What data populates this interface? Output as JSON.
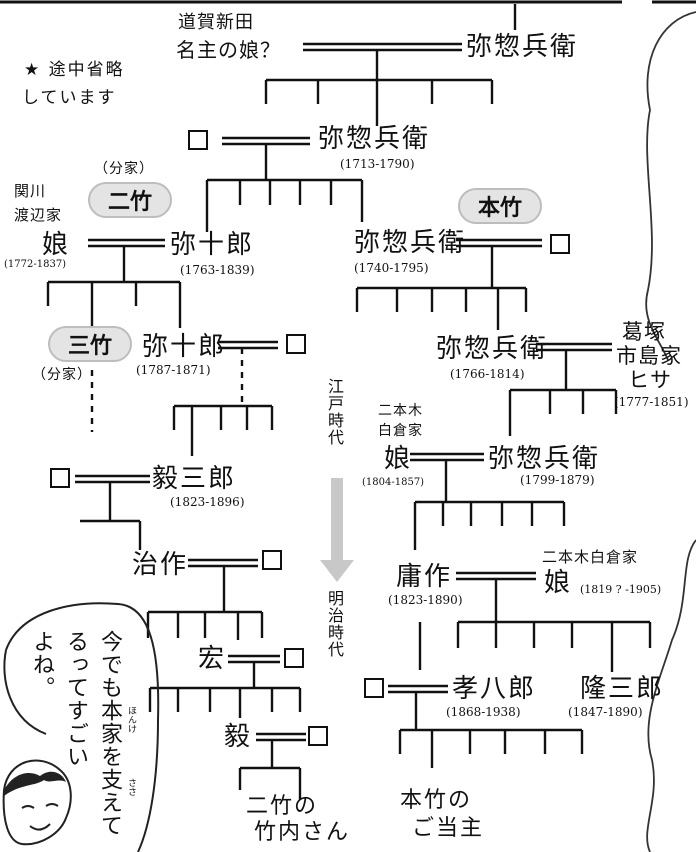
{
  "note": {
    "star": "★",
    "line1": "途中省略",
    "line2": "しています"
  },
  "people": {
    "dohga_label": "道賀新田",
    "dohga_daughter": "名主の娘？",
    "yasobee_top": "弥惣兵衛",
    "yasobee1": {
      "name": "弥惣兵衛",
      "years": "(1713-1790)"
    },
    "bunke1": "（分家）",
    "nichiku": "二竹",
    "honchiku": "本竹",
    "sekikawa": "関川",
    "watanabe": "渡辺家",
    "musume1": {
      "name": "娘",
      "years": "(1772-1837)"
    },
    "yajuro1": {
      "name": "弥十郎",
      "years": "(1763-1839)"
    },
    "yasobee2": {
      "name": "弥惣兵衛",
      "years": "(1740-1795)"
    },
    "sanchiku": "三竹",
    "bunke2": "（分家）",
    "yajuro2": {
      "name": "弥十郎",
      "years": "(1787-1871)"
    },
    "yasobee3": {
      "name": "弥惣兵衛",
      "years": "(1766-1814)"
    },
    "kuzu_line1": "葛塚",
    "kuzu_line2": "市島家",
    "kuzu_line3": "ヒサ",
    "kuzu_years": "(1777-1851)",
    "nihongi": "二本木",
    "shirakura": "白倉家",
    "musume2": {
      "name": "娘",
      "years": "(1804-1857)"
    },
    "yasobee4": {
      "name": "弥惣兵衛",
      "years": "(1799-1879)"
    },
    "kisaburo": {
      "name": "毅三郎",
      "years": "(1823-1896)"
    },
    "jisaku": "治作",
    "yosaku": {
      "name": "庸作",
      "years": "(1823-1890)"
    },
    "nihongi_shirakura": "二本木白倉家",
    "musume3": {
      "name": "娘",
      "years": "(1819 ? -1905)"
    },
    "hiroshi": "宏",
    "takeshi": "毅",
    "kohachiro": {
      "name": "孝八郎",
      "years": "(1868-1938)"
    },
    "ryuzaburo": {
      "name": "隆三郎",
      "years": "(1847-1890)"
    },
    "nichiku_takeuchi_1": "二竹の",
    "nichiku_takeuchi_2": "竹内さん",
    "honchiku_head_1": "本竹の",
    "honchiku_head_2": "ご当主"
  },
  "era": {
    "edo": "江戸時代",
    "meiji": "明治時代"
  },
  "speech": {
    "line1": "今でも本家を支えて",
    "line2": "るってすごい",
    "line3": "よね。",
    "ruby_honke": "ほんけ",
    "ruby_sasa": "ささ"
  },
  "colors": {
    "badge": "#e4e4e4",
    "arrow": "#c8c8c8",
    "ink": "#111111"
  }
}
